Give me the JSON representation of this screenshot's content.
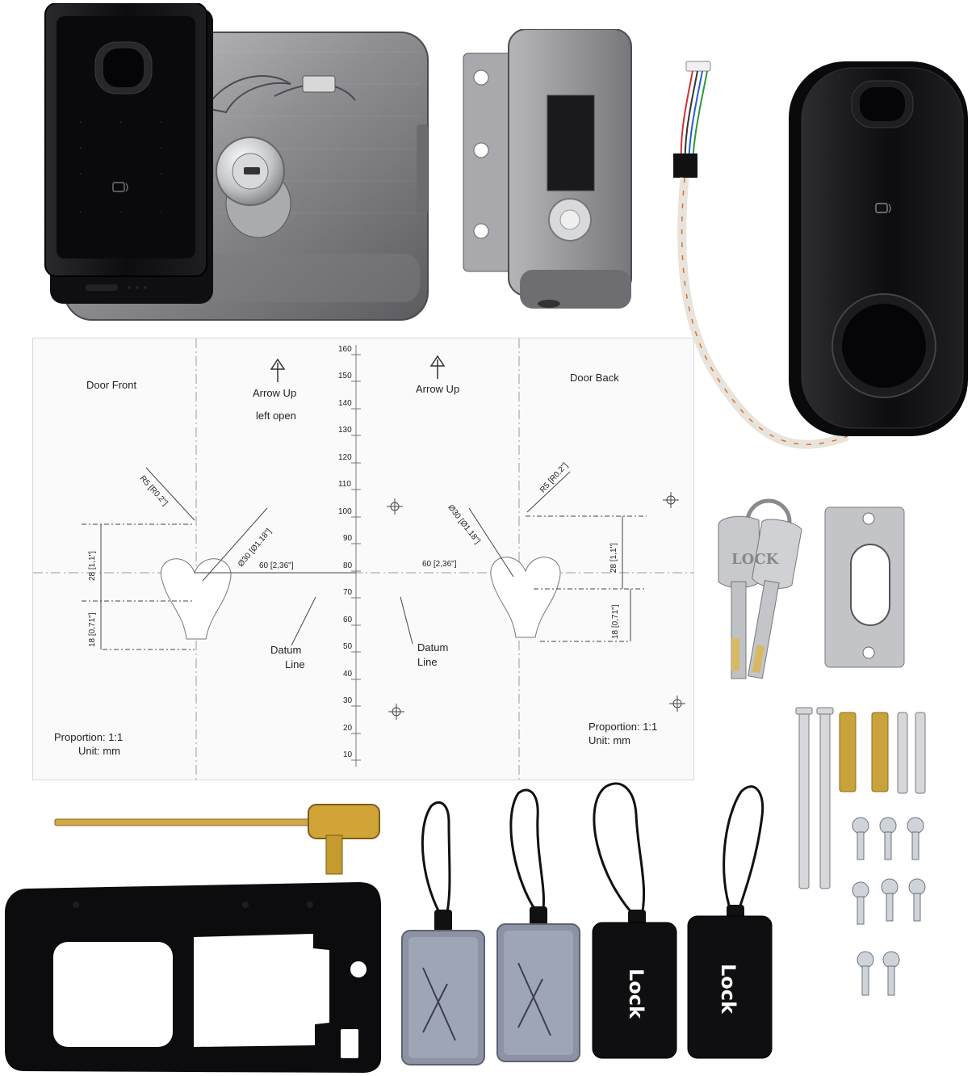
{
  "colors": {
    "background": "#ffffff",
    "steel": "#9a9a9c",
    "steel_dark": "#5e5e62",
    "reader_black": "#151518",
    "brass": "#c9a23c",
    "paper": "#fafafa",
    "line": "#8c8c8c",
    "tag_clear": "#8f96a8",
    "tag_black": "#111113"
  },
  "template": {
    "front": {
      "title": "Door Front",
      "arrow": "Arrow Up",
      "open_note": "left  open",
      "radius": "R5 [R0.2\"]",
      "diameter": "Ø30 [Ø1.18\"]",
      "width": "60 [2,36\"]",
      "dim_upper": "28 [1,1\"]",
      "dim_lower": "18 [0,71\"]",
      "datum_1": "Datum",
      "datum_2": "Line",
      "proportion": "Proportion:  1:1",
      "unit": "Unit:   mm"
    },
    "back": {
      "title": "Door  Back",
      "arrow": "Arrow Up",
      "radius": "R5 [R0.2\"]",
      "diameter": "Ø30 [Ø1.18\"]",
      "width": "60 [2,36\"]",
      "dim_upper": "28 [1,1\"]",
      "dim_lower": "18 [0,71\"]",
      "datum_1": "Datum",
      "datum_2": "Line",
      "proportion": "Proportion:  1:1",
      "unit": "Unit:   mm"
    },
    "ruler_ticks": [
      "160",
      "150",
      "140",
      "130",
      "120",
      "110",
      "100",
      "90",
      "80",
      "70",
      "60",
      "50",
      "40",
      "30",
      "20",
      "10"
    ]
  },
  "key_stamp": "LOCK",
  "tags": [
    {
      "type": "clear"
    },
    {
      "type": "clear"
    },
    {
      "type": "black",
      "label": "Lock"
    },
    {
      "type": "black",
      "label": "Lock"
    }
  ],
  "icons": [
    "fingerprint-sensor-icon",
    "nfc-card-icon",
    "lock-cylinder-icon"
  ]
}
